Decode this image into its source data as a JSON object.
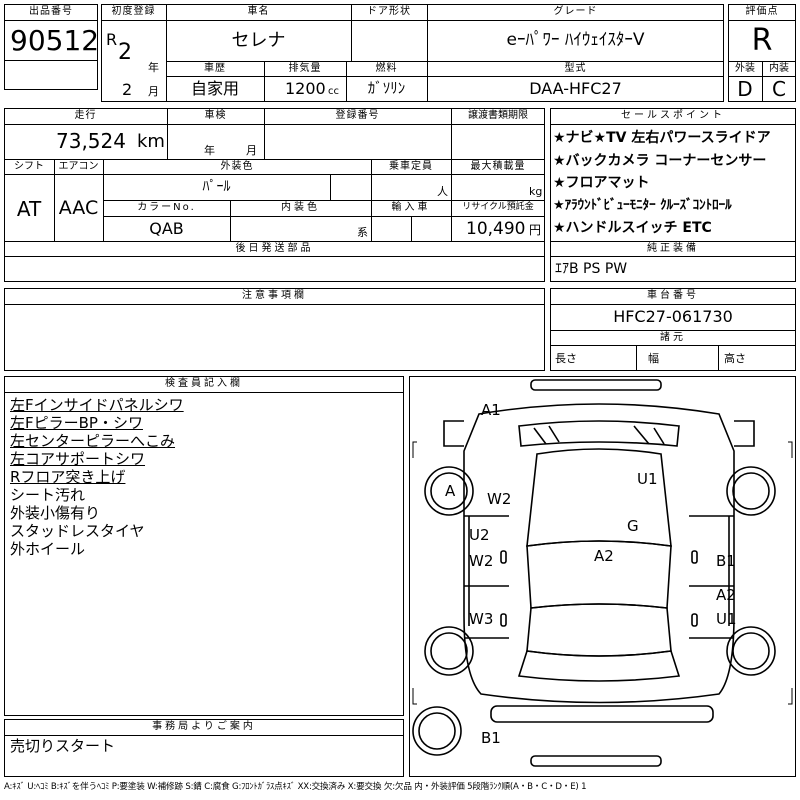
{
  "labels": {
    "lot_no": "出品番号",
    "first_reg": "初度登録",
    "car_name": "車名",
    "door": "ドア形状",
    "grade": "グレード",
    "score": "評価点",
    "history": "車歴",
    "displacement": "排気量",
    "fuel": "燃料",
    "model_code": "型式",
    "exterior_score": "外装",
    "interior_score": "内装",
    "mileage": "走行",
    "inspection": "車検",
    "plate": "登録番号",
    "transfer_deadline": "譲渡書類期限",
    "shift": "シフト",
    "aircon": "エアコン",
    "ext_color": "外装色",
    "capacity": "乗車定員",
    "max_load": "最大積載量",
    "color_no": "カラーNo.",
    "int_color": "内装色",
    "import": "輸入車",
    "recycle": "リサイクル預託金",
    "later_parts": "後日発送部品",
    "notes": "注意事項欄",
    "sales_points": "セールスポイント",
    "genuine_equipment": "純正装備",
    "chassis_no": "車台番号",
    "dimensions": "諸元",
    "length": "長さ",
    "width": "幅",
    "height": "高さ",
    "inspector_notes": "検査員記入欄",
    "office_notice": "事務局よりご案内"
  },
  "vehicle": {
    "lot_number": "90512",
    "era": "R",
    "year": "2",
    "year_unit": "年",
    "month": "2",
    "month_unit": "月",
    "name": "セレナ",
    "door_type": "",
    "grade": "eｰﾊﾟﾜｰ ﾊｲｳｪｲｽﾀｰV",
    "score": "R",
    "history": "自家用",
    "displacement": "1200",
    "displacement_unit": "cc",
    "fuel": "ｶﾞｿﾘﾝ",
    "model_code": "DAA-HFC27",
    "exterior_score": "D",
    "interior_score": "C",
    "mileage": "73,524",
    "mileage_unit": "km",
    "inspection_year_unit": "年",
    "inspection_month_unit": "月",
    "shift": "AT",
    "aircon": "AAC",
    "ext_color": "ﾊﾟｰﾙ",
    "capacity_unit": "人",
    "max_load_unit": "kg",
    "color_no": "QAB",
    "int_color_suffix": "系",
    "recycle_fee": "10,490",
    "recycle_unit": "円",
    "genuine_equipment": "ｴｱB PS PW",
    "chassis_no": "HFC27-061730"
  },
  "sales_points": [
    "★ナビ★TV 左右パワースライドア",
    "★バックカメラ コーナーセンサー",
    "★フロアマット",
    "★ｱﾗｳﾝﾄﾞﾋﾞｭｰﾓﾆﾀｰ ｸﾙｰｽﾞｺﾝﾄﾛｰﾙ",
    "★ハンドルスイッチ ETC"
  ],
  "inspector_remarks": [
    {
      "text": "左Fインサイドパネルシワ",
      "underline": true
    },
    {
      "text": "左FピラーBP・シワ",
      "underline": true
    },
    {
      "text": "左センターピラーへこみ",
      "underline": true
    },
    {
      "text": "左コアサポートシワ",
      "underline": true
    },
    {
      "text": "Rフロア突き上げ",
      "underline": true
    },
    {
      "text": "シート汚れ",
      "underline": false
    },
    {
      "text": "外装小傷有り",
      "underline": false
    },
    {
      "text": "スタッドレスタイヤ",
      "underline": false
    },
    {
      "text": "外ホイール",
      "underline": false
    }
  ],
  "office_message": "売切りスタート",
  "diagram_marks": {
    "top_a1": "A1",
    "left_front_tire": "A",
    "w2_left_front": "W2",
    "u1_hood": "U1",
    "g_windshield": "G",
    "u2_left": "U2",
    "w2_left": "W2",
    "a2_roof": "A2",
    "b1_right": "B1",
    "w3_left": "W3",
    "a2_right": "A2",
    "u1_right": "U1",
    "b1_bottom": "B1"
  },
  "legend": "A:ｷｽﾞ U:ﾍｺﾐ B:ｷｽﾞを伴うﾍｺﾐ P:要塗装 W:補修跡 S:錆 C:腐食 G:ﾌﾛﾝﾄｶﾞﾗｽ点ｷｽﾞ XX:交換済み X:要交換 欠:欠品 内・外装評価 5段階ﾗﾝｸ順(A・B・C・D・E) 1"
}
